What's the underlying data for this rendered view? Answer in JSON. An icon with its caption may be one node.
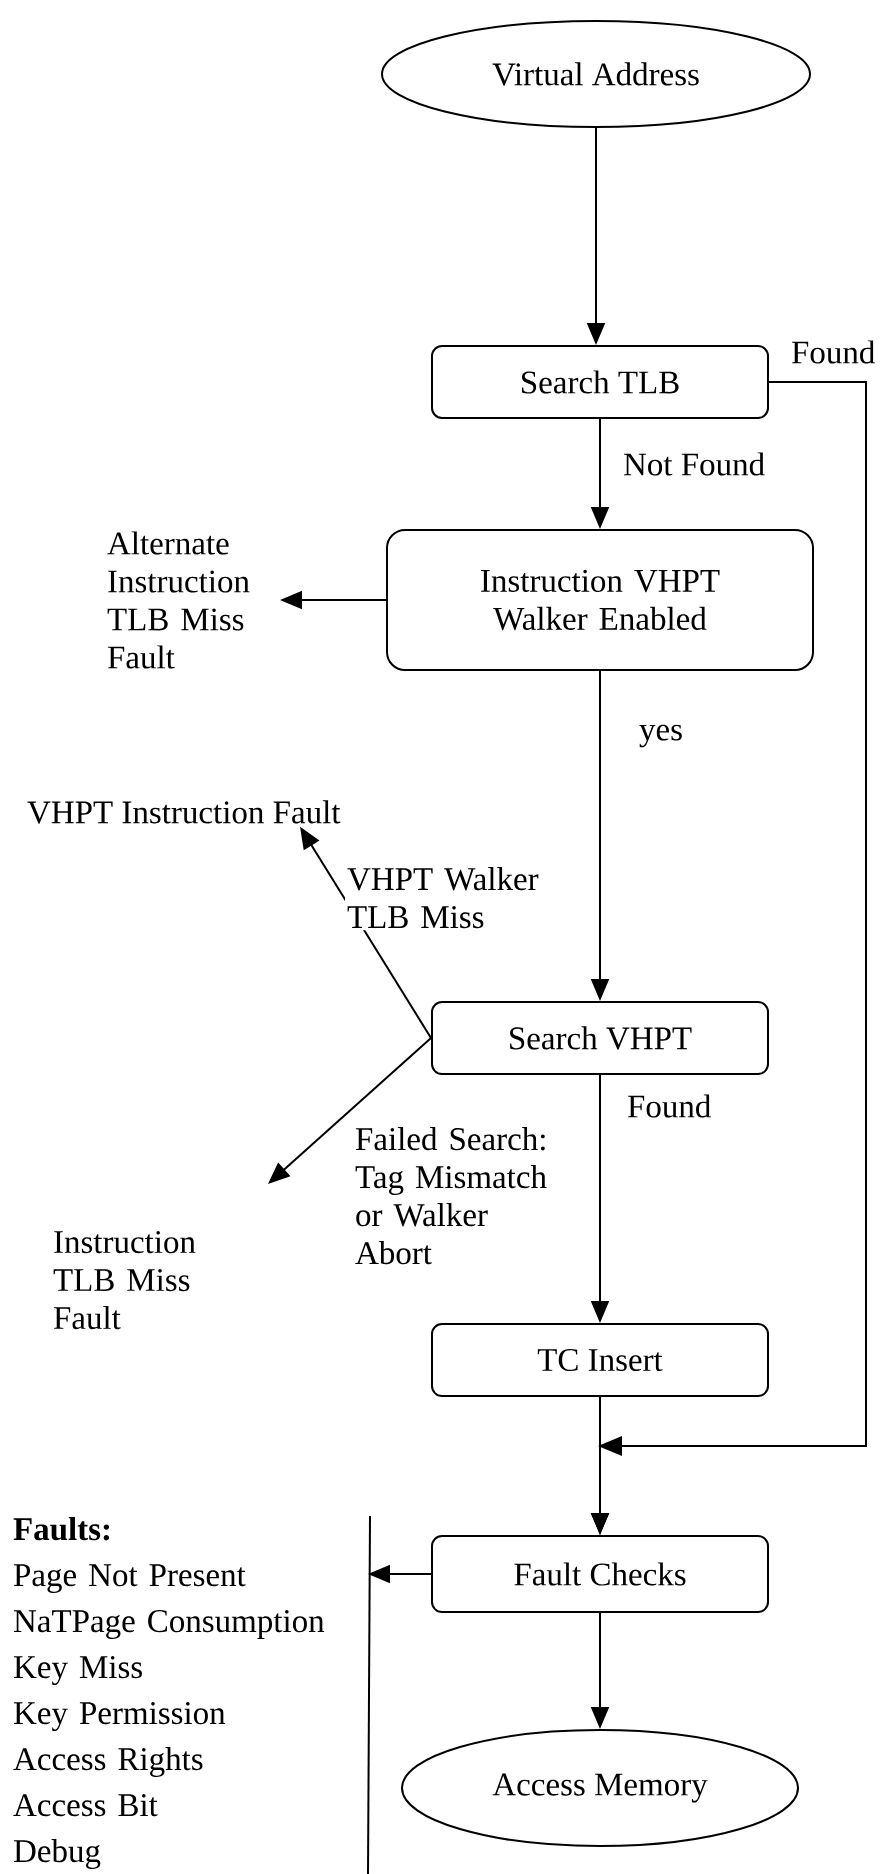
{
  "diagram": {
    "nodes": [
      {
        "text": [
          "Virtual Address"
        ]
      },
      {
        "text": [
          "Search TLB"
        ]
      },
      {
        "text": [
          "Instruction VHPT Walker Enabled"
        ]
      },
      {
        "text": [
          "Alternate Instruction TLB Miss Fault"
        ]
      },
      {
        "text": [
          "VHPT Instruction Fault"
        ]
      },
      {
        "text": [
          "Search VHPT"
        ]
      },
      {
        "text": [
          "Instruction TLB Miss Fault"
        ]
      },
      {
        "text": [
          "TC Insert"
        ]
      },
      {
        "text": [
          "Fault Checks"
        ]
      },
      {
        "text": [
          "Access Memory"
        ]
      },
      {
        "text": [
          "Faults:",
          "Page Not Present",
          "NaTPage Consumption",
          "Key Miss",
          "Key Permission",
          "Access Rights",
          "Access Bit",
          "Debug"
        ]
      }
    ],
    "edges": [
      {
        "from": 0,
        "to": 1,
        "arrow": "to"
      },
      {
        "from": 1,
        "to": 2,
        "arrow": "to",
        "label": "Not Found"
      },
      {
        "from": 2,
        "to": 3,
        "arrow": "to"
      },
      {
        "from": 2,
        "to": 5,
        "arrow": "to",
        "label": "yes"
      },
      {
        "from": 5,
        "to": 4,
        "arrow": "to",
        "label": "VHPT Walker TLB Miss"
      },
      {
        "from": 5,
        "to": 6,
        "arrow": "to",
        "label": "Failed Search: Tag Mismatch or Walker Abort"
      },
      {
        "from": 5,
        "to": 7,
        "arrow": "to",
        "label": "Found"
      },
      {
        "from": 1,
        "to": 8,
        "arrow": "to",
        "label": "Found"
      },
      {
        "from": 7,
        "to": 8,
        "arrow": "to"
      },
      {
        "from": 8,
        "to": 10,
        "arrow": "to"
      },
      {
        "from": 8,
        "to": 9,
        "arrow": "to"
      }
    ]
  }
}
